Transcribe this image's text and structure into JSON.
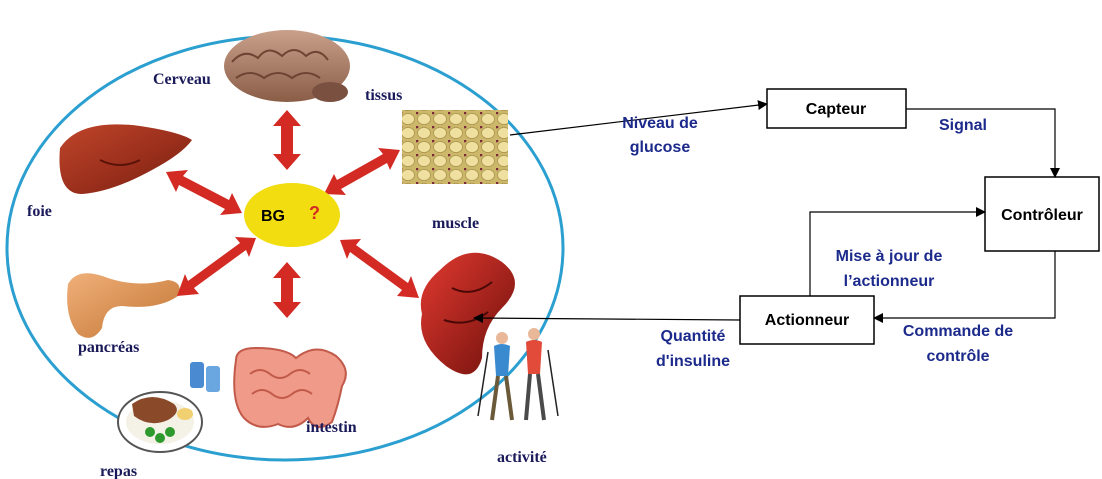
{
  "organs": {
    "brain": "Cerveau",
    "tissue": "tissus",
    "liver": "foie",
    "muscle": "muscle",
    "pancreas": "pancréas",
    "intestine": "intestin",
    "meal": "repas",
    "activity": "activité"
  },
  "center": {
    "label": "BG",
    "mark": "?"
  },
  "control_loop": {
    "sensor": "Capteur",
    "controller": "Contrôleur",
    "actuator": "Actionneur",
    "glucose_level_line1": "Niveau de",
    "glucose_level_line2": "glucose",
    "signal": "Signal",
    "control_cmd_line1": "Commande de",
    "control_cmd_line2": "contrôle",
    "actuator_update_line1": "Mise à jour de",
    "actuator_update_line2": "l’actionneur",
    "insulin_qty_line1": "Quantité",
    "insulin_qty_line2": "d'insuline"
  },
  "colors": {
    "ellipse": "#2a9fd0",
    "arrow_red": "#d42a24",
    "bg_yellow": "#f2dd10",
    "label_navy": "#1a1a5a",
    "loop_blue": "#1c2a8c"
  }
}
